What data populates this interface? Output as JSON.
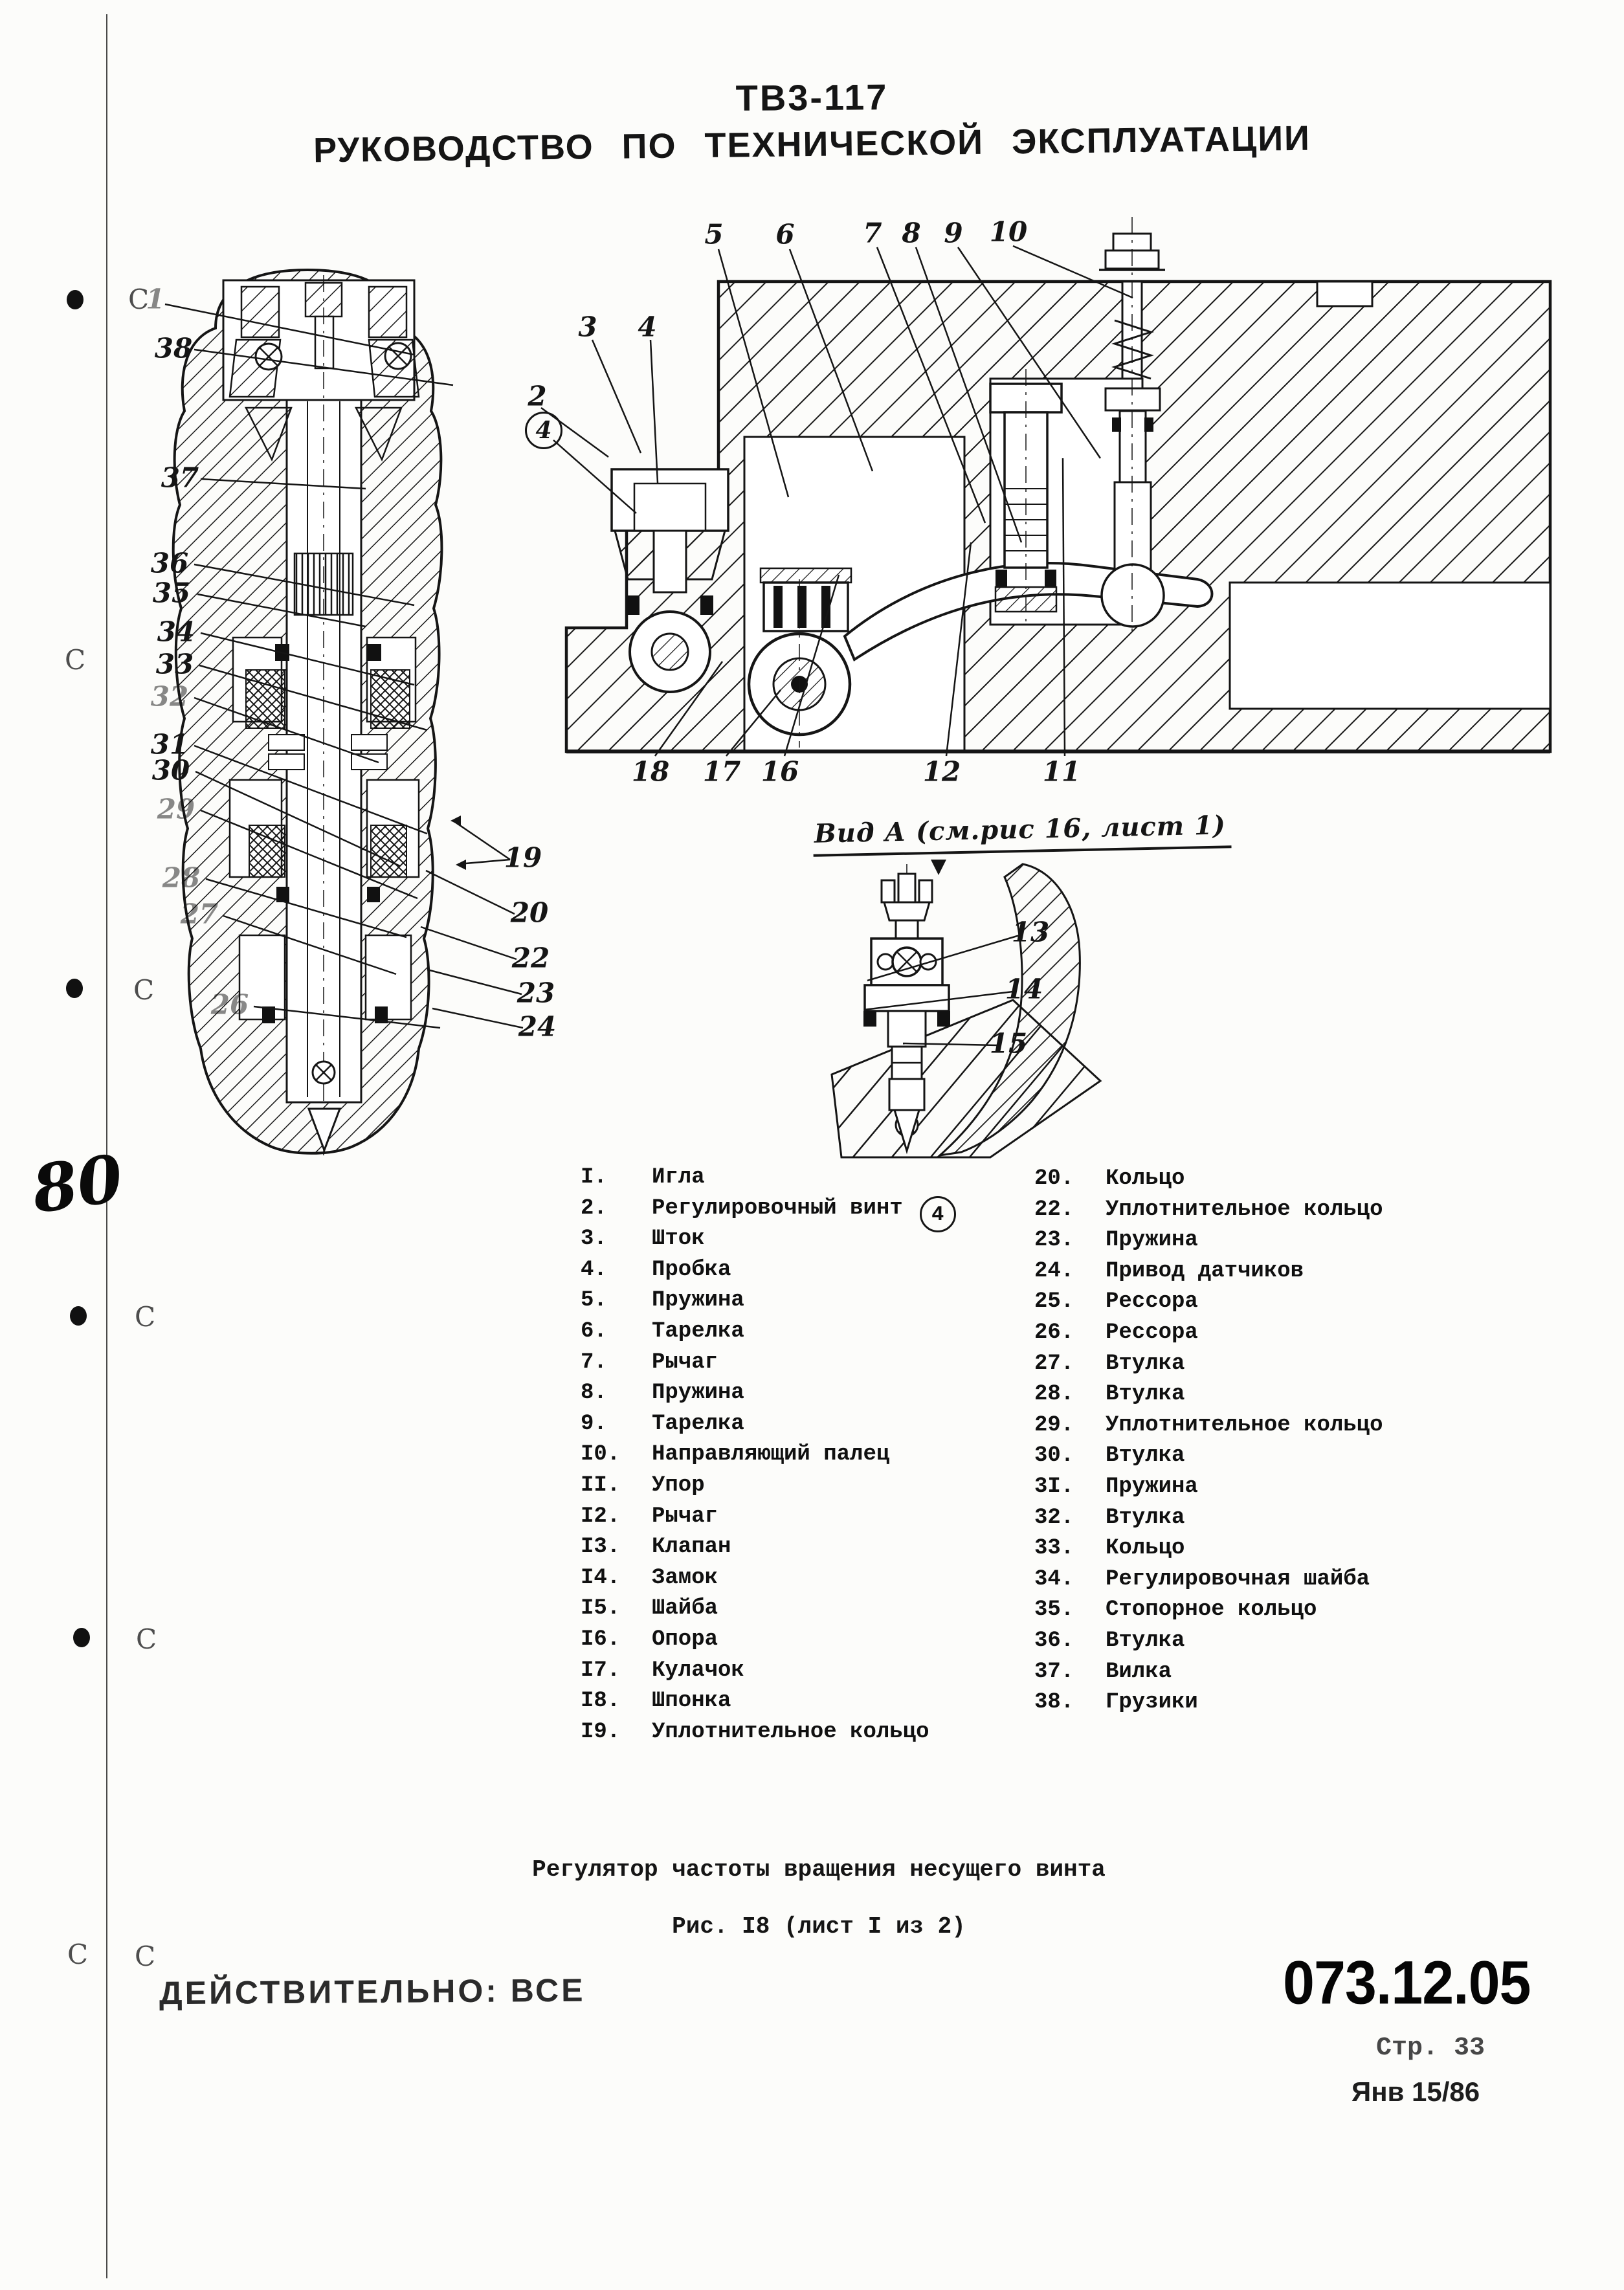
{
  "header": {
    "doc_code": "ТВ3-117",
    "doc_title": "РУКОВОДСТВО ПО ТЕХНИЧЕСКОЙ ЭКСПЛУАТАЦИИ"
  },
  "margin": {
    "handwritten_note": "80",
    "scan_mark": "C"
  },
  "figure": {
    "view_label": "Вид А (см.рис 16, лист 1)",
    "caption_title": "Регулятор частоты вращения несущего винта",
    "caption_fig": "Рис. I8 (лист I из 2)",
    "diagram_circled_badge": "4"
  },
  "callouts": [
    {
      "id": "n1",
      "label": "1"
    },
    {
      "id": "n38",
      "label": "38"
    },
    {
      "id": "n37",
      "label": "37"
    },
    {
      "id": "n36",
      "label": "36"
    },
    {
      "id": "n35",
      "label": "35"
    },
    {
      "id": "n34",
      "label": "34"
    },
    {
      "id": "n33",
      "label": "33"
    },
    {
      "id": "n32",
      "label": "32"
    },
    {
      "id": "n31",
      "label": "31"
    },
    {
      "id": "n30",
      "label": "30"
    },
    {
      "id": "n29",
      "label": "29"
    },
    {
      "id": "n28",
      "label": "28"
    },
    {
      "id": "n27",
      "label": "27"
    },
    {
      "id": "n26",
      "label": "26"
    },
    {
      "id": "n19",
      "label": "19"
    },
    {
      "id": "n20",
      "label": "20"
    },
    {
      "id": "n22",
      "label": "22"
    },
    {
      "id": "n23",
      "label": "23"
    },
    {
      "id": "n24",
      "label": "24"
    },
    {
      "id": "n5",
      "label": "5"
    },
    {
      "id": "n6",
      "label": "6"
    },
    {
      "id": "n7",
      "label": "7"
    },
    {
      "id": "n8",
      "label": "8"
    },
    {
      "id": "n9",
      "label": "9"
    },
    {
      "id": "n10",
      "label": "10"
    },
    {
      "id": "n3",
      "label": "3"
    },
    {
      "id": "n4",
      "label": "4"
    },
    {
      "id": "n2",
      "label": "2"
    },
    {
      "id": "n18",
      "label": "18"
    },
    {
      "id": "n17",
      "label": "17"
    },
    {
      "id": "n16",
      "label": "16"
    },
    {
      "id": "n12",
      "label": "12"
    },
    {
      "id": "n11",
      "label": "11"
    },
    {
      "id": "n13",
      "label": "13"
    },
    {
      "id": "n14",
      "label": "14"
    },
    {
      "id": "n15",
      "label": "15"
    }
  ],
  "parts_left": [
    {
      "num": "I.",
      "name": "Игла"
    },
    {
      "num": "2.",
      "name": "Регулировочный винт",
      "badge": "4"
    },
    {
      "num": "3.",
      "name": "Шток"
    },
    {
      "num": "4.",
      "name": "Пробка"
    },
    {
      "num": "5.",
      "name": "Пружина"
    },
    {
      "num": "6.",
      "name": "Тарелка"
    },
    {
      "num": "7.",
      "name": "Рычаг"
    },
    {
      "num": "8.",
      "name": "Пружина"
    },
    {
      "num": "9.",
      "name": "Тарелка"
    },
    {
      "num": "I0.",
      "name": "Направляющий палец"
    },
    {
      "num": "II.",
      "name": "Упор"
    },
    {
      "num": "I2.",
      "name": "Рычаг"
    },
    {
      "num": "I3.",
      "name": "Клапан"
    },
    {
      "num": "I4.",
      "name": "Замок"
    },
    {
      "num": "I5.",
      "name": "Шайба"
    },
    {
      "num": "I6.",
      "name": "Опора"
    },
    {
      "num": "I7.",
      "name": "Кулачок"
    },
    {
      "num": "I8.",
      "name": "Шпонка"
    },
    {
      "num": "I9.",
      "name": "Уплотнительное кольцо"
    }
  ],
  "parts_right": [
    {
      "num": "20.",
      "name": "Кольцо"
    },
    {
      "num": "22.",
      "name": "Уплотнительное кольцо"
    },
    {
      "num": "23.",
      "name": "Пружина"
    },
    {
      "num": "24.",
      "name": "Привод датчиков"
    },
    {
      "num": "25.",
      "name": "Рессора"
    },
    {
      "num": "26.",
      "name": "Рессора"
    },
    {
      "num": "27.",
      "name": "Втулка"
    },
    {
      "num": "28.",
      "name": "Втулка"
    },
    {
      "num": "29.",
      "name": "Уплотнительное кольцо"
    },
    {
      "num": "30.",
      "name": "Втулка"
    },
    {
      "num": "3I.",
      "name": "Пружина"
    },
    {
      "num": "32.",
      "name": "Втулка"
    },
    {
      "num": "33.",
      "name": "Кольцо"
    },
    {
      "num": "34.",
      "name": "Регулировочная шайба"
    },
    {
      "num": "35.",
      "name": "Стопорное кольцо"
    },
    {
      "num": "36.",
      "name": "Втулка"
    },
    {
      "num": "37.",
      "name": "Вилка"
    },
    {
      "num": "38.",
      "name": "Грузики"
    }
  ],
  "footer": {
    "validity": "ДЕЙСТВИТЕЛЬНО: ВСЕ",
    "doc_number": "073.12.05",
    "page_ref": "Стр. 33",
    "date_ref": "Янв 15/86"
  }
}
